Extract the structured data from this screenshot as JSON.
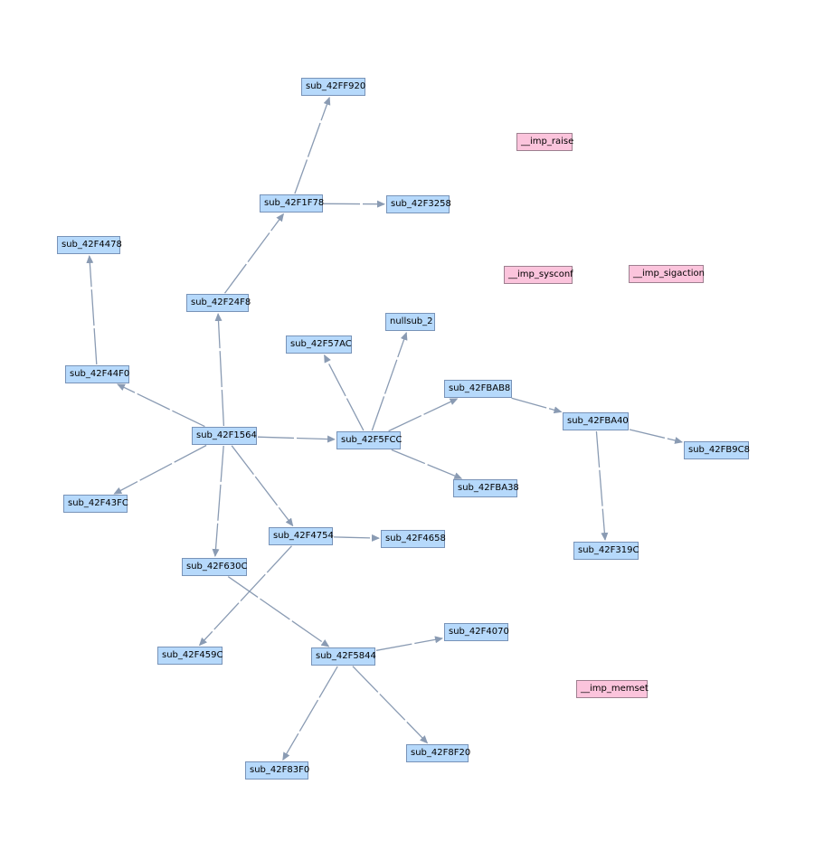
{
  "colors": {
    "function_fill": "#b6d9fb",
    "import_fill": "#fbc4dc",
    "edge": "#8a9bb3",
    "background": "#ffffff"
  },
  "nodes": {
    "sub_42FF920": "sub_42FF920",
    "imp_raise": "__imp_raise",
    "sub_42F1F78": "sub_42F1F78",
    "sub_42F3258": "sub_42F3258",
    "sub_42F4478": "sub_42F4478",
    "imp_sysconf": "__imp_sysconf",
    "imp_sigaction": "__imp_sigaction",
    "sub_42F24F8": "sub_42F24F8",
    "nullsub_2": "nullsub_2",
    "sub_42F57AC": "sub_42F57AC",
    "sub_42F44F0": "sub_42F44F0",
    "sub_42FBAB8": "sub_42FBAB8",
    "sub_42FBA40": "sub_42FBA40",
    "sub_42F1564": "sub_42F1564",
    "sub_42F5FCC": "sub_42F5FCC",
    "sub_42FB9C8": "sub_42FB9C8",
    "sub_42FBA38": "sub_42FBA38",
    "sub_42F43FC": "sub_42F43FC",
    "sub_42F4754": "sub_42F4754",
    "sub_42F4658": "sub_42F4658",
    "sub_42F319C": "sub_42F319C",
    "sub_42F630C": "sub_42F630C",
    "sub_42F4070": "sub_42F4070",
    "sub_42F459C": "sub_42F459C",
    "sub_42F5844": "sub_42F5844",
    "imp_memset": "__imp_memset",
    "sub_42F8F20": "sub_42F8F20",
    "sub_42F83F0": "sub_42F83F0"
  },
  "edges": [
    [
      "sub_42F1F78",
      "sub_42FF920"
    ],
    [
      "sub_42F1F78",
      "sub_42F3258"
    ],
    [
      "sub_42F24F8",
      "sub_42F1F78"
    ],
    [
      "sub_42F1564",
      "sub_42F24F8"
    ],
    [
      "sub_42F44F0",
      "sub_42F4478"
    ],
    [
      "sub_42F1564",
      "sub_42F44F0"
    ],
    [
      "sub_42F1564",
      "sub_42F5FCC"
    ],
    [
      "sub_42F1564",
      "sub_42F43FC"
    ],
    [
      "sub_42F1564",
      "sub_42F4754"
    ],
    [
      "sub_42F1564",
      "sub_42F630C"
    ],
    [
      "sub_42F5FCC",
      "sub_42F57AC"
    ],
    [
      "sub_42F5FCC",
      "nullsub_2"
    ],
    [
      "sub_42F5FCC",
      "sub_42FBAB8"
    ],
    [
      "sub_42F5FCC",
      "sub_42FBA38"
    ],
    [
      "sub_42FBAB8",
      "sub_42FBA40"
    ],
    [
      "sub_42FBA40",
      "sub_42FB9C8"
    ],
    [
      "sub_42FBA40",
      "sub_42F319C"
    ],
    [
      "sub_42F4754",
      "sub_42F4658"
    ],
    [
      "sub_42F4754",
      "sub_42F459C"
    ],
    [
      "sub_42F630C",
      "sub_42F5844"
    ],
    [
      "sub_42F5844",
      "sub_42F4070"
    ],
    [
      "sub_42F5844",
      "sub_42F8F20"
    ],
    [
      "sub_42F5844",
      "sub_42F83F0"
    ]
  ]
}
